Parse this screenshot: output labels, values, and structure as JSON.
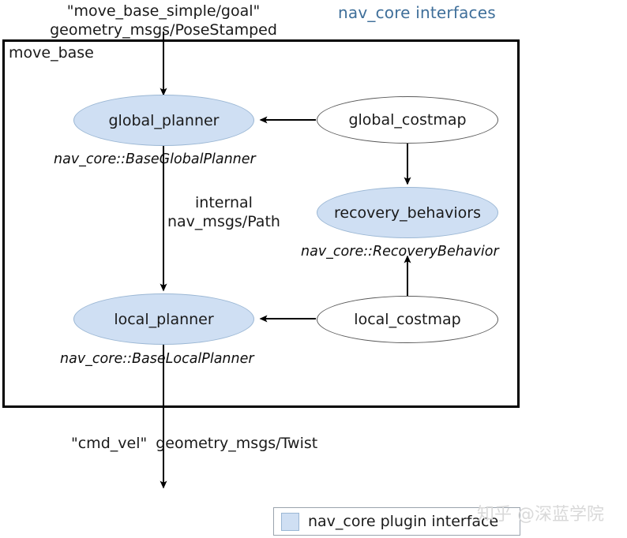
{
  "diagram": {
    "title": "nav_core interfaces",
    "title_color": "#3f6f9a",
    "container_label": "move_base",
    "plugin_fill_color": "#cfdff3",
    "plugin_stroke_color": "#9bb7d4",
    "plain_stroke_color": "#5a5a5a",
    "edge_color": "#000000"
  },
  "inputs": {
    "goal_topic": "\"move_base_simple/goal\"",
    "goal_type": "geometry_msgs/PoseStamped"
  },
  "nodes": {
    "global_planner": {
      "label": "global_planner",
      "interface": "nav_core::BaseGlobalPlanner",
      "kind": "plugin"
    },
    "local_planner": {
      "label": "local_planner",
      "interface": "nav_core::BaseLocalPlanner",
      "kind": "plugin"
    },
    "recovery_behaviors": {
      "label": "recovery_behaviors",
      "interface": "nav_core::RecoveryBehavior",
      "kind": "plugin"
    },
    "global_costmap": {
      "label": "global_costmap",
      "kind": "plain"
    },
    "local_costmap": {
      "label": "local_costmap",
      "kind": "plain"
    }
  },
  "edges": {
    "planner_to_local_line1": "internal",
    "planner_to_local_line2": "nav_msgs/Path"
  },
  "outputs": {
    "cmd_vel_topic": "\"cmd_vel\"",
    "cmd_vel_type": "geometry_msgs/Twist"
  },
  "legend": {
    "swatch_color": "#cfdff3",
    "text": "nav_core plugin interface"
  },
  "watermark": {
    "text": "知乎 @深蓝学院"
  }
}
